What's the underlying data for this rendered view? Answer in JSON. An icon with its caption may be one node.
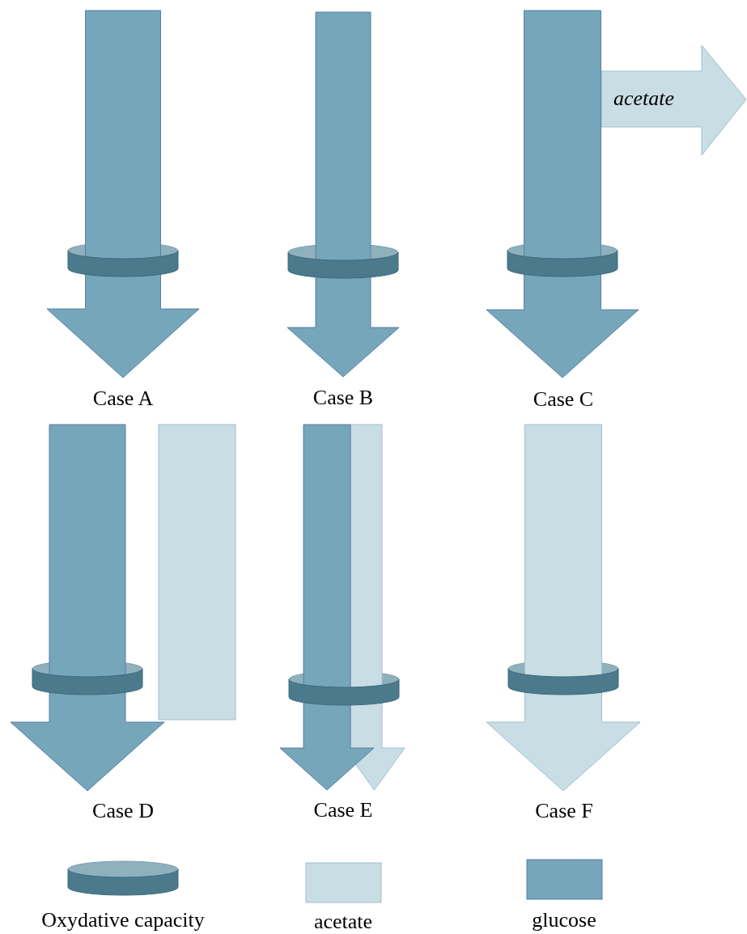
{
  "diagram": {
    "nodes": [
      {
        "text": [
          "acetate"
        ]
      }
    ],
    "edges": [],
    "labels": [
      "Case A",
      "Case B",
      "Case C",
      "Case D",
      "Case E",
      "Case F"
    ],
    "legend": [
      {
        "text": "Oxydative capacity"
      },
      {
        "text": "acetate",
        "color": "#c9dde4"
      },
      {
        "text": "glucose",
        "color": "#75a6b9"
      }
    ]
  }
}
